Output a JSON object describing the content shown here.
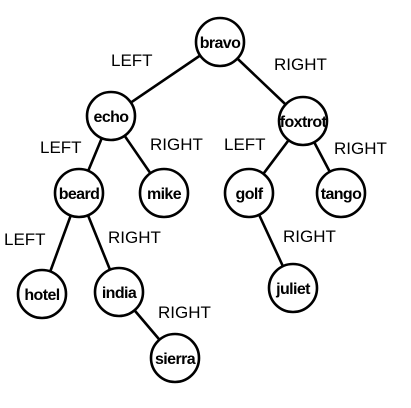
{
  "tree": {
    "nodes": [
      {
        "id": "bravo",
        "label": "bravo"
      },
      {
        "id": "echo",
        "label": "echo"
      },
      {
        "id": "foxtrot",
        "label": "foxtrot"
      },
      {
        "id": "beard",
        "label": "beard"
      },
      {
        "id": "mike",
        "label": "mike"
      },
      {
        "id": "golf",
        "label": "golf"
      },
      {
        "id": "tango",
        "label": "tango"
      },
      {
        "id": "hotel",
        "label": "hotel"
      },
      {
        "id": "india",
        "label": "india"
      },
      {
        "id": "juliet",
        "label": "juliet"
      },
      {
        "id": "sierra",
        "label": "sierra"
      }
    ],
    "edges": [
      {
        "from": "bravo",
        "to": "echo",
        "label": "LEFT"
      },
      {
        "from": "bravo",
        "to": "foxtrot",
        "label": "RIGHT"
      },
      {
        "from": "echo",
        "to": "beard",
        "label": "LEFT"
      },
      {
        "from": "echo",
        "to": "mike",
        "label": "RIGHT"
      },
      {
        "from": "foxtrot",
        "to": "golf",
        "label": "LEFT"
      },
      {
        "from": "foxtrot",
        "to": "tango",
        "label": "RIGHT"
      },
      {
        "from": "beard",
        "to": "hotel",
        "label": "LEFT"
      },
      {
        "from": "beard",
        "to": "india",
        "label": "RIGHT"
      },
      {
        "from": "golf",
        "to": "juliet",
        "label": "RIGHT"
      },
      {
        "from": "india",
        "to": "sierra",
        "label": "RIGHT"
      }
    ]
  }
}
